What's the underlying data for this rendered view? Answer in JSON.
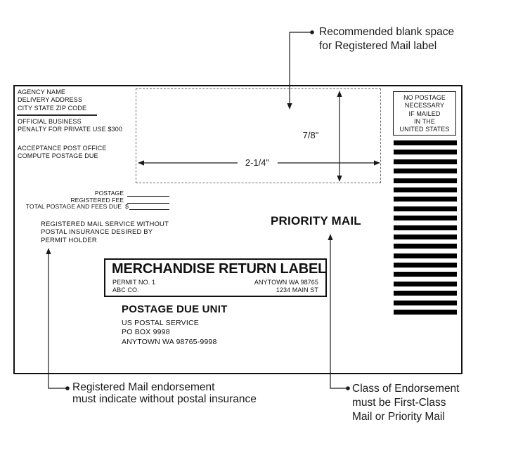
{
  "figure": {
    "ink_color": "#111111",
    "dash_color": "#6e6e6e"
  },
  "annotations": {
    "blank_space": [
      "Recommended blank space",
      "for Registered Mail label"
    ],
    "registered_endorsement": [
      "Registered Mail endorsement",
      "must indicate without postal insurance"
    ],
    "class_endorsement": [
      "Class of Endorsement",
      "must be First-Class",
      "Mail or Priority Mail"
    ]
  },
  "envelope": {
    "return_address": [
      "AGENCY NAME",
      "DELIVERY ADDRESS",
      "CITY STATE ZIP CODE"
    ],
    "official_business": [
      "OFFICIAL BUSINESS",
      "PENALTY FOR PRIVATE USE $300"
    ],
    "acceptance": [
      "ACCEPTANCE POST OFFICE",
      "COMPUTE POSTAGE DUE"
    ],
    "blank_area": {
      "width_label": "2-1/4\"",
      "height_label": "7/8\""
    },
    "no_postage_endorsement": [
      "NO POSTAGE",
      "NECESSARY",
      "IF MAILED",
      "IN THE",
      "UNITED STATES"
    ],
    "barcode_bar_count": 19,
    "fees": {
      "row1_label": "POSTAGE",
      "row2_label": "REGISTERED FEE",
      "row3_label": "TOTAL POSTAGE AND FEES DUE",
      "row3_prefix": "$"
    },
    "registered_service": [
      "REGISTERED MAIL SERVICE WITHOUT",
      "POSTAL INSURANCE DESIRED BY",
      "PERMIT HOLDER"
    ],
    "class_marking": "PRIORITY MAIL",
    "merchandise_label": {
      "title": "MERCHANDISE RETURN LABEL",
      "permit": [
        "PERMIT NO. 1",
        "ABC CO."
      ],
      "address": [
        "ANYTOWN WA 98765",
        "1234 MAIN ST"
      ]
    },
    "postage_due_unit": {
      "title": "POSTAGE DUE UNIT",
      "lines": [
        "US POSTAL SERVICE",
        "PO BOX 9998",
        "ANYTOWN WA 98765-9998"
      ]
    }
  }
}
